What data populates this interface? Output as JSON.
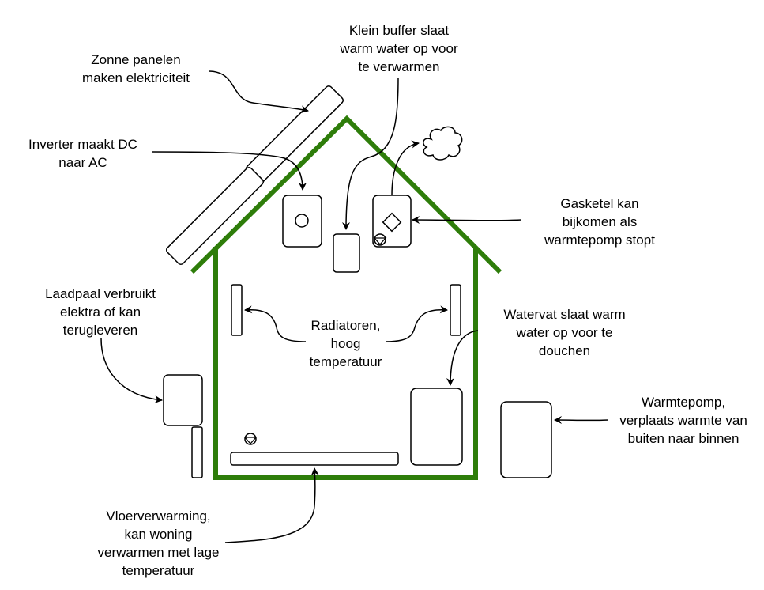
{
  "colors": {
    "house": "#2e7d0a",
    "stroke": "#000000",
    "background": "#ffffff"
  },
  "labels": {
    "solar": [
      "Zonne panelen",
      "maken elektriciteit"
    ],
    "buffer": [
      "Klein buffer slaat",
      "warm water op voor",
      "te verwarmen"
    ],
    "inverter": [
      "Inverter maakt DC",
      "naar AC"
    ],
    "boiler": [
      "Gasketel kan",
      "bijkomen als",
      "warmtepomp stopt"
    ],
    "charger": [
      "Laadpaal verbruikt",
      "elektra of kan",
      "terugleveren"
    ],
    "radiators": [
      "Radiatoren,",
      "hoog",
      "temperatuur"
    ],
    "tank": [
      "Watervat slaat warm",
      "water op voor te",
      "douchen"
    ],
    "heatpump": [
      "Warmtepomp,",
      "verplaats warmte van",
      "buiten naar binnen"
    ],
    "floor": [
      "Vloerverwarming,",
      "kan woning",
      "verwarmen met lage",
      "temperatuur"
    ]
  },
  "icons": {
    "cloud": "cloud-icon",
    "pump": "pump-valve-icon"
  }
}
